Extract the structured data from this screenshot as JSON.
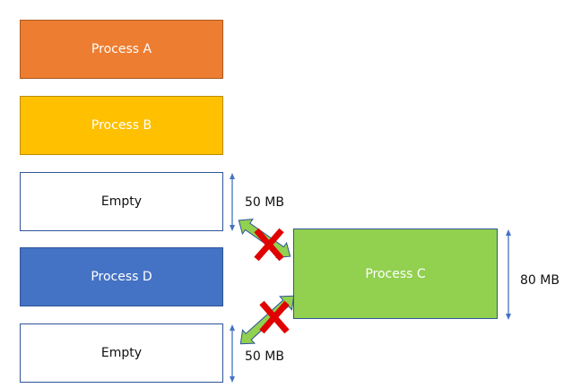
{
  "blocks": [
    {
      "label": "Process A",
      "color": "#ED7D31"
    },
    {
      "label": "Process B",
      "color": "#FFC000"
    },
    {
      "label": "Empty"
    },
    {
      "label": "Process D",
      "color": "#4472C4"
    },
    {
      "label": "Empty"
    }
  ],
  "incoming": {
    "label": "Process C",
    "color": "#92D050",
    "size_label": "80 MB"
  },
  "holes": [
    {
      "size_label": "50 MB"
    },
    {
      "size_label": "50 MB"
    }
  ],
  "colors": {
    "border": "#2F5597",
    "measure_arrow": "#4472C4",
    "fit_arrow_fill": "#92D050",
    "fit_arrow_stroke": "#2F5597",
    "reject_mark": "#E00000"
  },
  "icons": {
    "fit_arrow": "double-headed-arrow",
    "reject_mark": "red-x-cross"
  }
}
